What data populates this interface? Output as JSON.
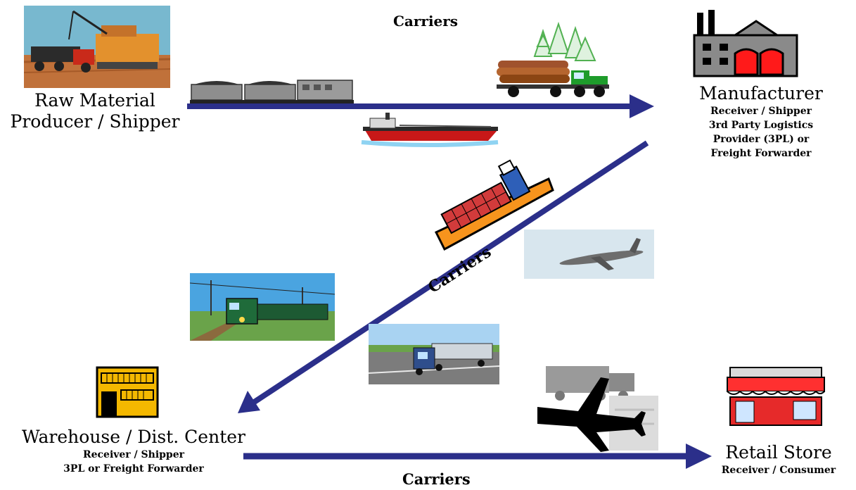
{
  "labels": {
    "top_carriers": "Carriers",
    "diag_carriers": "Carriers",
    "bottom_carriers": "Carriers"
  },
  "nodes": {
    "raw_material": {
      "line1": "Raw Material",
      "line2": "Producer /  Shipper"
    },
    "manufacturer": {
      "title": "Manufacturer",
      "line1": "Receiver  /  Shipper",
      "line2": "3rd Party Logistics",
      "line3": "Provider (3PL) or",
      "line4": "Freight Forwarder"
    },
    "warehouse": {
      "title": "Warehouse / Dist. Center",
      "line1": "Receiver / Shipper",
      "line2": "3PL or Freight Forwarder"
    },
    "retail": {
      "title": "Retail Store",
      "line1": "Receiver / Consumer"
    }
  },
  "colors": {
    "arrow": "#2b2f8a",
    "building_gray": "#8a8a8a",
    "red": "#ff1a1a",
    "warehouse_yellow": "#f4b800"
  },
  "icons": [
    "mining-truck-icon",
    "train-icon",
    "logging-truck-icon",
    "tanker-ship-icon",
    "factory-icon",
    "container-ship-icon",
    "airplane-photo-icon",
    "locomotive-photo-icon",
    "semi-truck-photo-icon",
    "warehouse-icon",
    "air-freight-icon",
    "retail-store-icon"
  ]
}
